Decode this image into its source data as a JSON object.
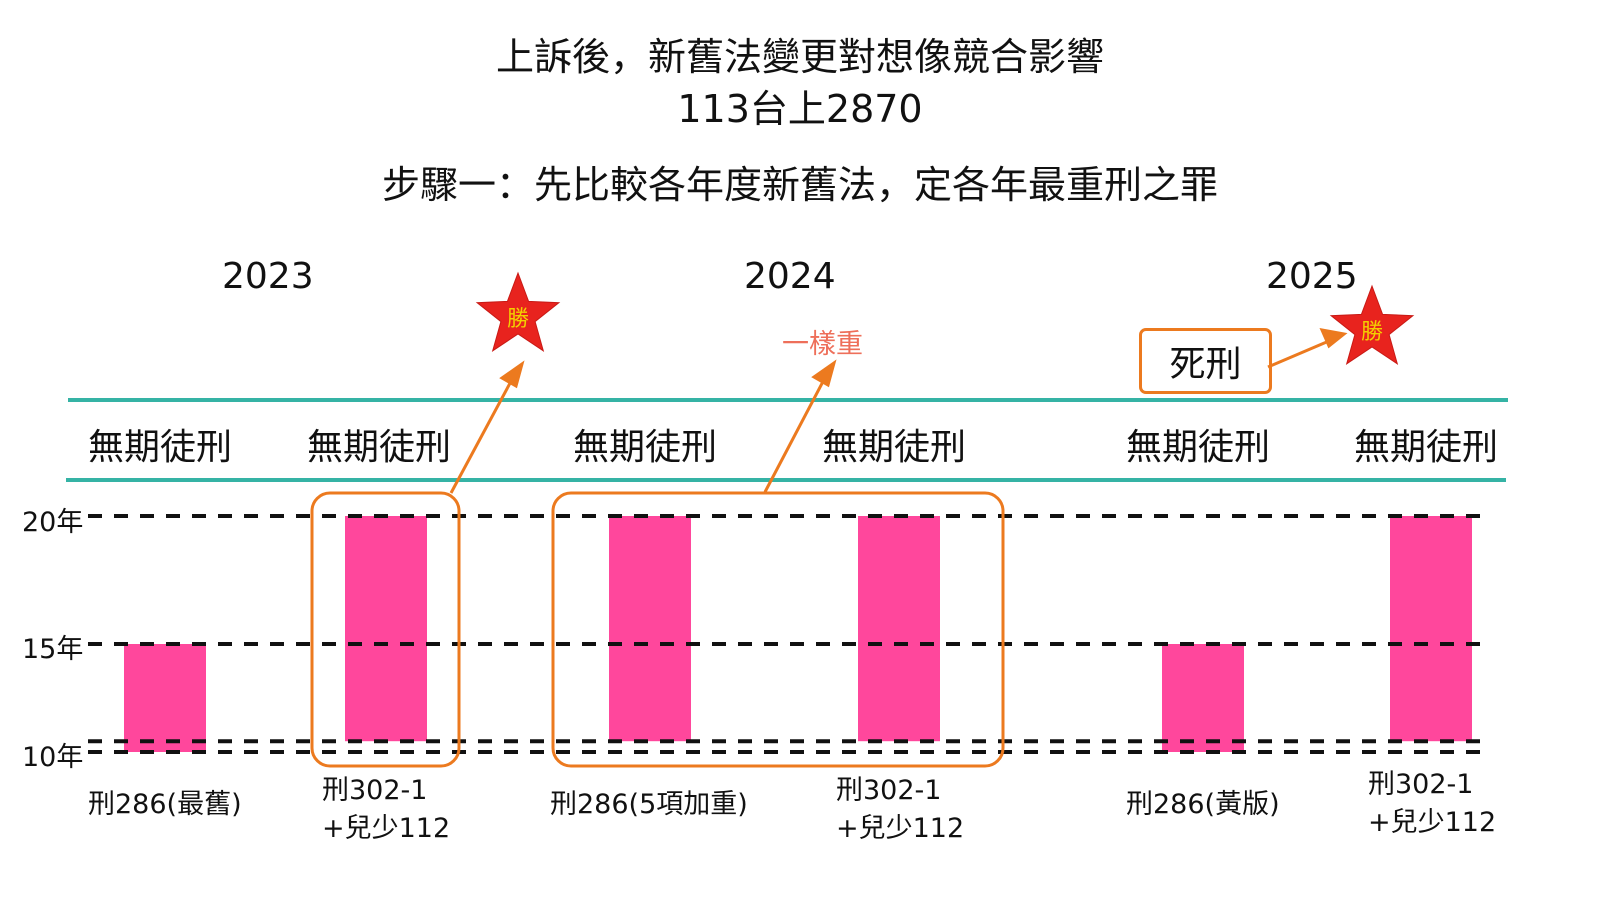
{
  "title": {
    "line1": "上訴後，新舊法變更對想像競合影響",
    "line2": "113台上2870",
    "subtitle": "步驟一：先比較各年度新舊法，定各年最重刑之罪"
  },
  "years": [
    "2023",
    "2024",
    "2025"
  ],
  "annotations": {
    "same_weight": "一樣重",
    "death_penalty": "死刑",
    "win_badge": "勝"
  },
  "chart_data": {
    "type": "bar",
    "y_axis": {
      "ticks": [
        {
          "value": 20,
          "label": "20年"
        },
        {
          "value": 15,
          "label": "15年"
        },
        {
          "value": 10,
          "label": "10年"
        }
      ]
    },
    "upper_limit_label": "無期徒刑",
    "bars": [
      {
        "year": "2023",
        "law": [
          "刑286(最舊)"
        ],
        "min": 10,
        "max": 15,
        "upper": "無期徒刑"
      },
      {
        "year": "2023",
        "law": [
          "刑302-1",
          "+兒少112"
        ],
        "min": 10.5,
        "max": 20,
        "upper": "無期徒刑"
      },
      {
        "year": "2024",
        "law": [
          "刑286(5項加重)"
        ],
        "min": 10.5,
        "max": 20,
        "upper": "無期徒刑"
      },
      {
        "year": "2024",
        "law": [
          "刑302-1",
          "+兒少112"
        ],
        "min": 10.5,
        "max": 20,
        "upper": "無期徒刑"
      },
      {
        "year": "2025",
        "law": [
          "刑286(黃版)"
        ],
        "min": 10,
        "max": 15,
        "upper": "無期徒刑"
      },
      {
        "year": "2025",
        "law": [
          "刑302-1",
          "+兒少112"
        ],
        "min": 10.5,
        "max": 20,
        "upper": "無期徒刑"
      }
    ]
  },
  "colors": {
    "bar": "#ff479c",
    "highlight": "#ec7a1f",
    "teal_line": "#35b3a5",
    "star": "#e8231e",
    "star_text": "#f3d000",
    "same_weight_text": "#ee6f5a"
  }
}
